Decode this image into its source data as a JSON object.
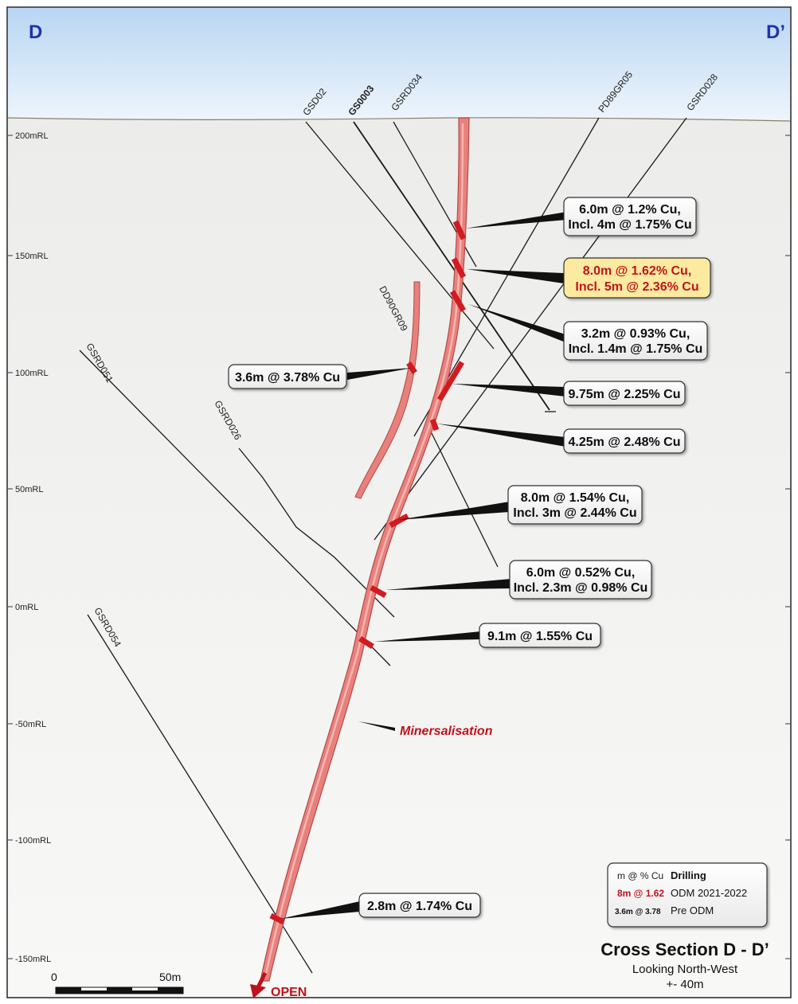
{
  "section": {
    "left_label": "D",
    "right_label": "D’",
    "title": "Cross Section D - D’",
    "subtitle": "Looking North-West",
    "tolerance": "+- 40m",
    "colors": {
      "sky_top": "#b9d6f3",
      "sky_bottom": "#e7f1fb",
      "ground": "#f2f2f0",
      "mineral": "#e8807c",
      "mineral_edge": "#b44a48",
      "intercept": "#d11b21",
      "accent_text": "#c0121b",
      "highlight_box": "#fbeaa0"
    }
  },
  "rl_labels": [
    "200mRL",
    "150mRL",
    "100mRL",
    "50mRL",
    "0mRL",
    "-50mRL",
    "-100mRL",
    "-150mRL"
  ],
  "drill_holes": [
    "GSD02",
    "GS0003",
    "GSRD034",
    "PD89GR05",
    "GSRD028",
    "DD90GR09",
    "GSRD051",
    "GSRD026",
    "GSRD054"
  ],
  "intercepts": [
    {
      "line1": "6.0m @ 1.2% Cu,",
      "line2": "Incl. 4m @ 1.75% Cu",
      "highlight": false
    },
    {
      "line1": "8.0m @ 1.62% Cu,",
      "line2": "Incl. 5m @ 2.36% Cu",
      "highlight": true
    },
    {
      "line1": "3.2m @ 0.93% Cu,",
      "line2": "Incl. 1.4m @ 1.75% Cu",
      "highlight": false
    },
    {
      "line1": "3.6m @ 3.78% Cu",
      "line2": "",
      "highlight": false
    },
    {
      "line1": "9.75m @ 2.25% Cu",
      "line2": "",
      "highlight": false
    },
    {
      "line1": "4.25m @ 2.48% Cu",
      "line2": "",
      "highlight": false
    },
    {
      "line1": "8.0m @ 1.54% Cu,",
      "line2": "Incl. 3m @ 2.44% Cu",
      "highlight": false
    },
    {
      "line1": "6.0m @ 0.52% Cu,",
      "line2": "Incl. 2.3m @ 0.98% Cu",
      "highlight": false
    },
    {
      "line1": "9.1m @ 1.55% Cu",
      "line2": "",
      "highlight": false
    },
    {
      "line1": "2.8m @ 1.74% Cu",
      "line2": "",
      "highlight": false
    }
  ],
  "mineralisation_label": "Minersalisation",
  "open_label": "OPEN",
  "legend": {
    "header_key": "m @ % Cu",
    "header_value": "Drilling",
    "rows": [
      {
        "key": "8m @ 1.62",
        "value": "ODM 2021-2022"
      },
      {
        "key": "3.6m @ 3.78",
        "value": "Pre ODM"
      }
    ]
  },
  "scale_bar": {
    "start_label": "0",
    "end_label": "50m"
  }
}
